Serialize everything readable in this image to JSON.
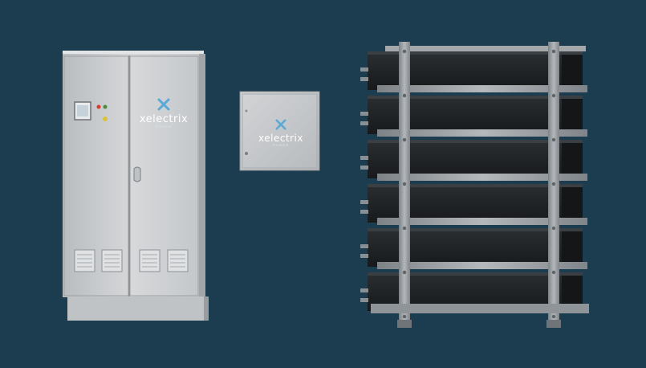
{
  "scene": {
    "background_color": "#1b3d4f",
    "brand": {
      "name": "xelectrix",
      "subtitle": "POWER",
      "mark_color": "#5aa9d6"
    },
    "colors": {
      "cabinet_body": "#cfd1d3",
      "cabinet_shadow": "#a9acaf",
      "plinth": "#bfc2c5",
      "battery_module": "#1f2224",
      "rack_steel": "#9ea3a7"
    },
    "objects": [
      {
        "name": "inverter-cabinet",
        "icon": "electrical-cabinet"
      },
      {
        "name": "control-box",
        "icon": "wall-mounted-enclosure"
      },
      {
        "name": "battery-rack",
        "icon": "battery-rack"
      }
    ],
    "battery_rack": {
      "module_count": 6
    }
  }
}
